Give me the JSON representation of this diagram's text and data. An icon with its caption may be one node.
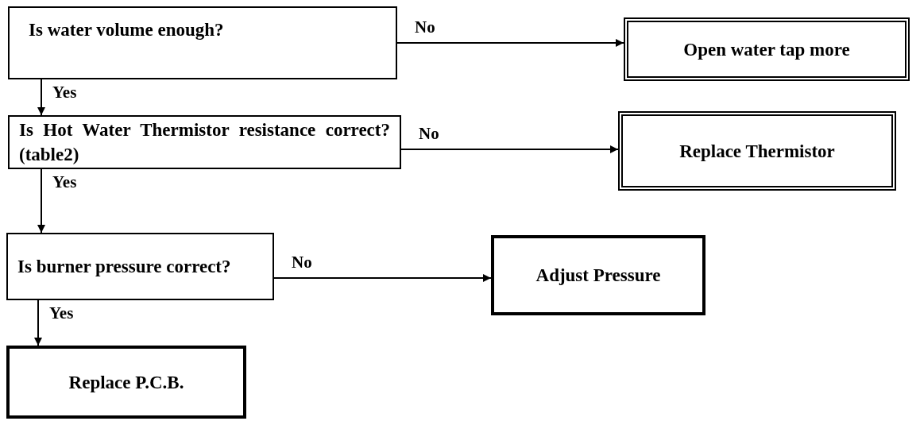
{
  "diagram": {
    "nodes": [
      {
        "text": [
          "Is water volume enough?"
        ]
      },
      {
        "text": [
          "Open water tap more"
        ]
      },
      {
        "text": [
          "Is Hot Water Thermistor resistance correct? (table2)"
        ]
      },
      {
        "text": [
          "Replace Thermistor"
        ]
      },
      {
        "text": [
          "Is burner pressure correct?"
        ]
      },
      {
        "text": [
          "Adjust Pressure"
        ]
      },
      {
        "text": [
          "Replace P.C.B."
        ]
      }
    ],
    "edges": [
      {
        "from": 0,
        "to": 1,
        "arrow": "to",
        "label": "No"
      },
      {
        "from": 0,
        "to": 2,
        "arrow": "to",
        "label": "Yes"
      },
      {
        "from": 2,
        "to": 3,
        "arrow": "to",
        "label": "No"
      },
      {
        "from": 2,
        "to": 4,
        "arrow": "to",
        "label": "Yes"
      },
      {
        "from": 4,
        "to": 5,
        "arrow": "to",
        "label": "No"
      },
      {
        "from": 4,
        "to": 6,
        "arrow": "to",
        "label": "Yes"
      }
    ]
  }
}
